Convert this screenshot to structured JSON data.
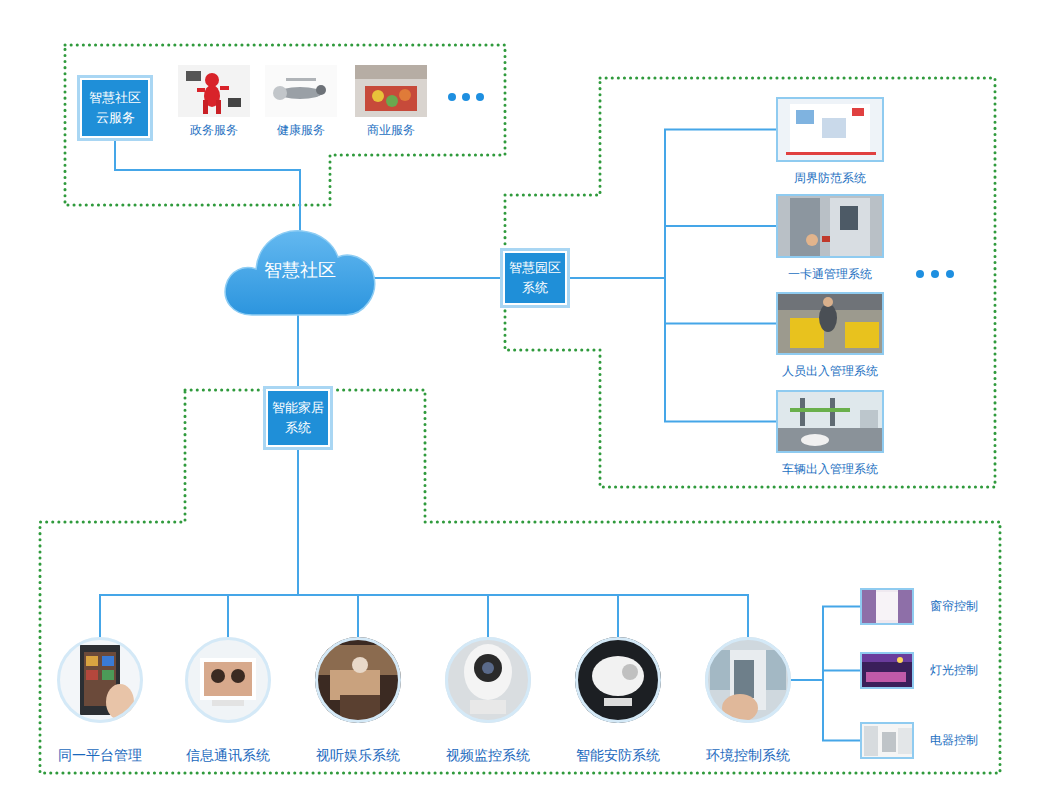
{
  "diagram": {
    "nodes": [
      {
        "text": [
          "智慧社区 云服务"
        ]
      },
      {
        "text": [
          "政务服务"
        ]
      },
      {
        "text": [
          "健康服务"
        ]
      },
      {
        "text": [
          "商业服务"
        ]
      },
      {
        "text": [
          "智慧社区"
        ]
      },
      {
        "text": [
          "智慧园区 系统"
        ]
      },
      {
        "text": [
          "周界防范系统"
        ]
      },
      {
        "text": [
          "一卡通管理系统"
        ]
      },
      {
        "text": [
          "人员出入管理系统"
        ]
      },
      {
        "text": [
          "车辆出入管理系统"
        ]
      },
      {
        "text": [
          "智能家居 系统"
        ]
      },
      {
        "text": [
          "同一平台管理"
        ]
      },
      {
        "text": [
          "信息通讯系统"
        ]
      },
      {
        "text": [
          "视听娱乐系统"
        ]
      },
      {
        "text": [
          "视频监控系统"
        ]
      },
      {
        "text": [
          "智能安防系统"
        ]
      },
      {
        "text": [
          "环境控制系统"
        ]
      },
      {
        "text": [
          "窗帘控制"
        ]
      },
      {
        "text": [
          "灯光控制"
        ]
      },
      {
        "text": [
          "电器控制"
        ]
      }
    ],
    "edges": [
      {
        "from": 0,
        "to": 4,
        "arrow": "none"
      },
      {
        "from": 4,
        "to": 5,
        "arrow": "none"
      },
      {
        "from": 5,
        "to": 6,
        "arrow": "none"
      },
      {
        "from": 5,
        "to": 7,
        "arrow": "none"
      },
      {
        "from": 5,
        "to": 8,
        "arrow": "none"
      },
      {
        "from": 5,
        "to": 9,
        "arrow": "none"
      },
      {
        "from": 4,
        "to": 10,
        "arrow": "none"
      },
      {
        "from": 10,
        "to": 11,
        "arrow": "none"
      },
      {
        "from": 10,
        "to": 12,
        "arrow": "none"
      },
      {
        "from": 10,
        "to": 13,
        "arrow": "none"
      },
      {
        "from": 10,
        "to": 14,
        "arrow": "none"
      },
      {
        "from": 10,
        "to": 15,
        "arrow": "none"
      },
      {
        "from": 10,
        "to": 16,
        "arrow": "none"
      },
      {
        "from": 16,
        "to": 17,
        "arrow": "none"
      },
      {
        "from": 16,
        "to": 18,
        "arrow": "none"
      },
      {
        "from": 16,
        "to": 19,
        "arrow": "none"
      }
    ]
  }
}
